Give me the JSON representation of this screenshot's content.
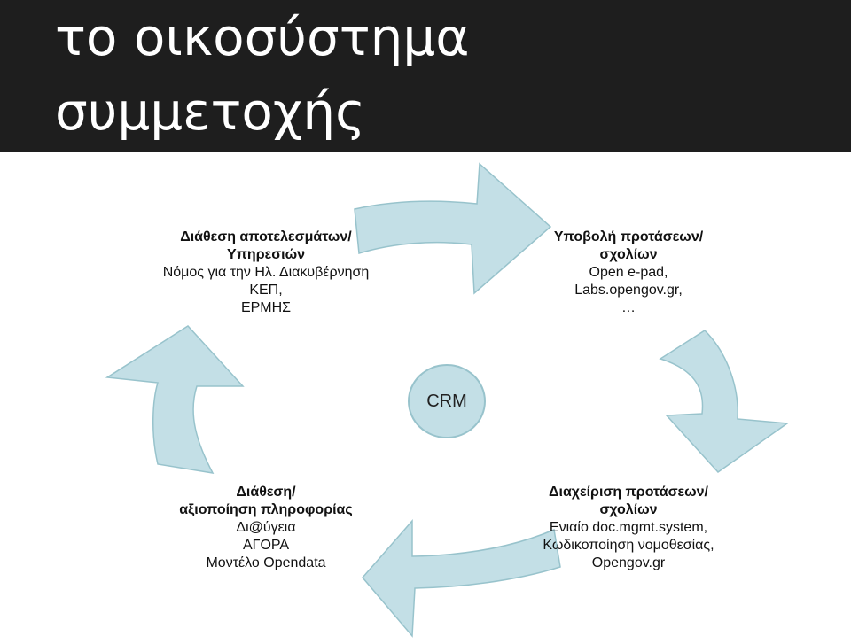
{
  "slide": {
    "title_line1": "το οικοσύστημα",
    "title_line2": "συμμετοχής"
  },
  "colors": {
    "title_bg": "#1e1e1e",
    "arrow_fill": "#c3dfe6",
    "arrow_stroke": "#98c3cc",
    "text": "#111111"
  },
  "diagram": {
    "center_label": "CRM",
    "stages": [
      {
        "heading": [
          "Υποβολή προτάσεων/",
          "σχολίων"
        ],
        "items": [
          "Open e-pad,",
          "Labs.opengov.gr,",
          "…"
        ]
      },
      {
        "heading": [
          "Διαχείριση προτάσεων/",
          "σχολίων"
        ],
        "items": [
          "Ενιαίο doc.mgmt.system,",
          "Κωδικοποίηση νομοθεσίας,",
          "Opengov.gr"
        ]
      },
      {
        "heading": [
          "Διάθεση/",
          "αξιοποίηση πληροφορίας"
        ],
        "items": [
          "Δι@ύγεια",
          "ΑΓΟΡΑ",
          "Μοντέλο Opendata"
        ]
      },
      {
        "heading": [
          "Διάθεση αποτελεσμάτων/",
          "Υπηρεσιών"
        ],
        "items": [
          "Νόμος για την Ηλ. Διακυβέρνηση",
          "ΚΕΠ,",
          "ΕΡΜΗΣ"
        ]
      }
    ]
  }
}
